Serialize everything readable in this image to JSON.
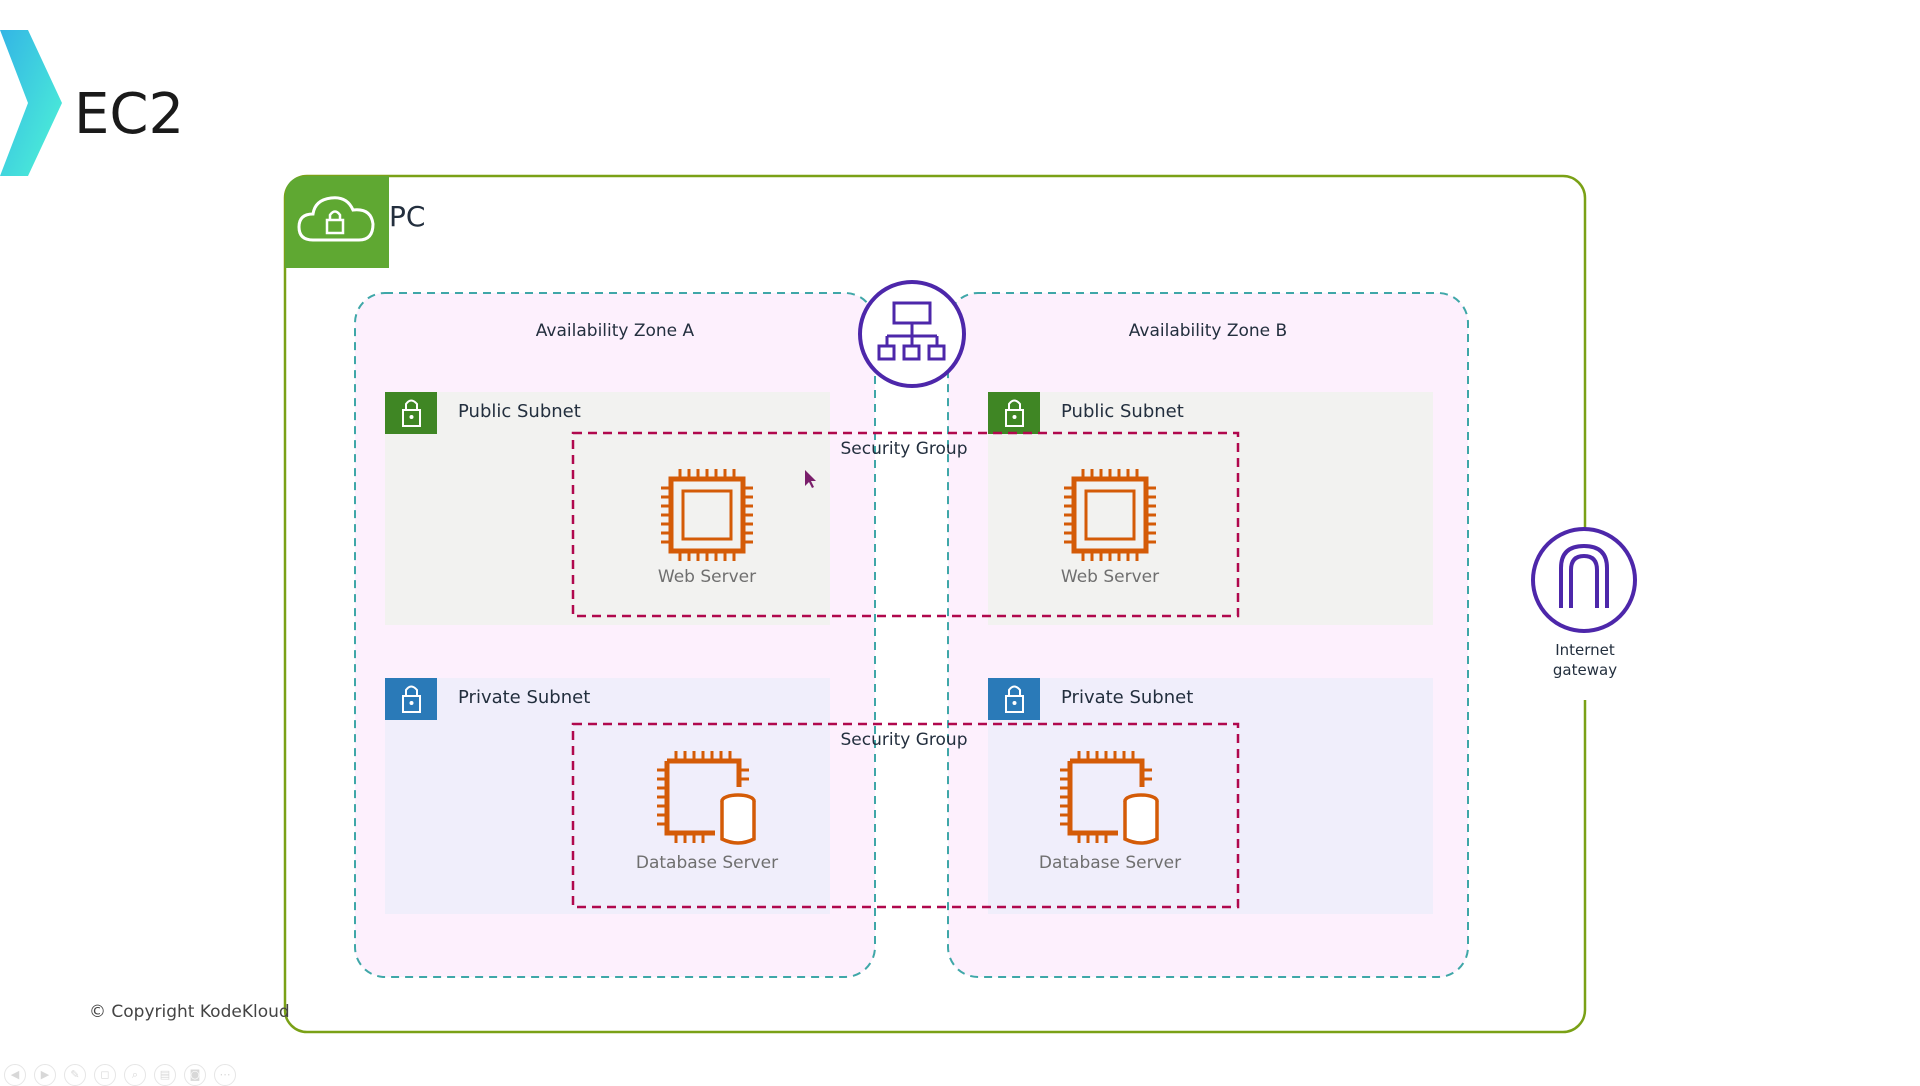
{
  "slide": {
    "title": "EC2",
    "copyright": "© Copyright KodeKloud"
  },
  "vpc": {
    "label": "PC"
  },
  "zones": [
    {
      "label": "Availability Zone A",
      "public_subnet": "Public Subnet",
      "private_subnet": "Private  Subnet",
      "web_server": "Web Server",
      "db_server": "Database Server"
    },
    {
      "label": "Availability Zone B",
      "public_subnet": "Public Subnet",
      "private_subnet": "Private  Subnet",
      "web_server": "Web Server",
      "db_server": "Database Server"
    }
  ],
  "security_groups": [
    {
      "label": "Security Group"
    },
    {
      "label": "Security Group"
    }
  ],
  "internet_gateway": {
    "label_line1": "Internet",
    "label_line2": "gateway"
  },
  "colors": {
    "vpc_border": "#7aa116",
    "vpc_badge": "#5fa832",
    "az_border": "#3fa7a8",
    "az_fill": "#fdf0fd",
    "public_subnet_badge": "#3f8624",
    "private_subnet_badge": "#2a7ab8",
    "security_group": "#b0084d",
    "ec2_orange": "#d45b07",
    "network_purple": "#4d27aa"
  },
  "icons": [
    "kodekloud-chevron-logo",
    "vpc-cloud-lock-icon",
    "subnet-lock-icon",
    "load-balancer-icon",
    "ec2-instance-icon",
    "database-server-icon",
    "internet-gateway-icon",
    "mouse-cursor-icon"
  ]
}
